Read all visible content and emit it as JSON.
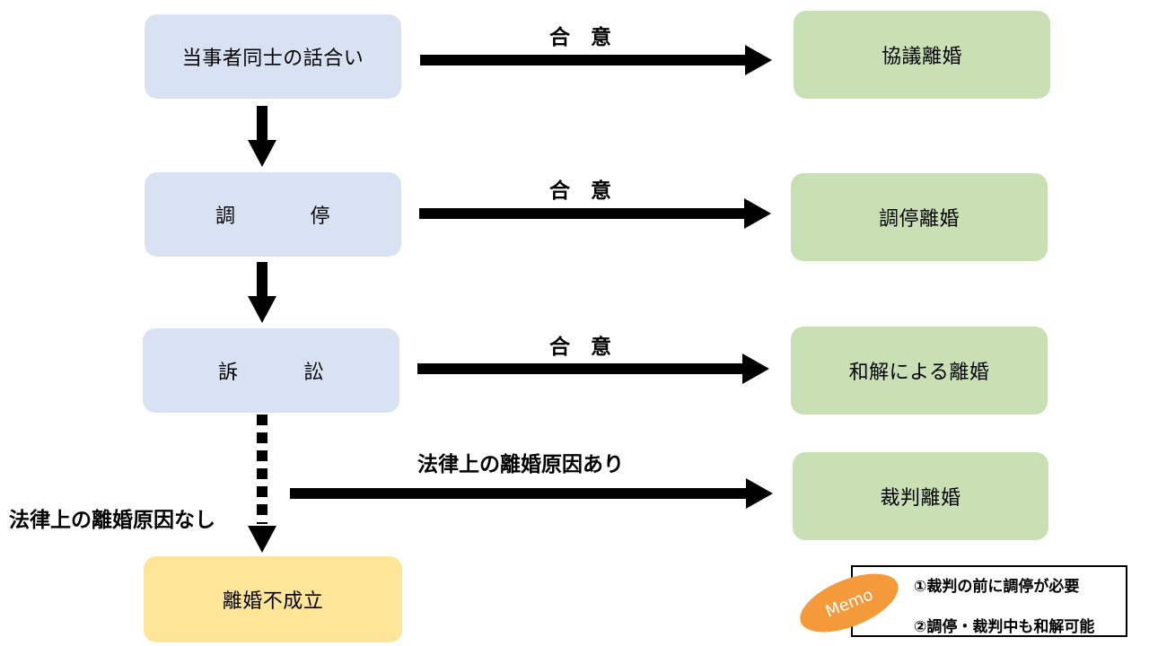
{
  "steps": {
    "talk": "当事者同士の話合い",
    "mediation": [
      "調",
      "停"
    ],
    "lawsuit": [
      "訴",
      "訟"
    ],
    "failure": "離婚不成立"
  },
  "outcomes": {
    "agreement": "協議離婚",
    "mediation": "調停離婚",
    "settlement": "和解による離婚",
    "judgment": "裁判離婚"
  },
  "labels": {
    "agree_1": "合　意",
    "agree_2": "合　意",
    "agree_3": "合　意",
    "legal_cause_yes": "法律上の離婚原因あり",
    "legal_cause_no": "法律上の離婚原因なし"
  },
  "memo": {
    "tag": "Memo",
    "note_1": "①裁判の前に調停が必要",
    "note_2": "②調停・裁判中も和解可能"
  },
  "colors": {
    "step_fill": "#d9e2f3",
    "outcome_fill": "#c9e0b5",
    "failure_fill": "#fee597",
    "memo_fill": "#f49a3b"
  }
}
